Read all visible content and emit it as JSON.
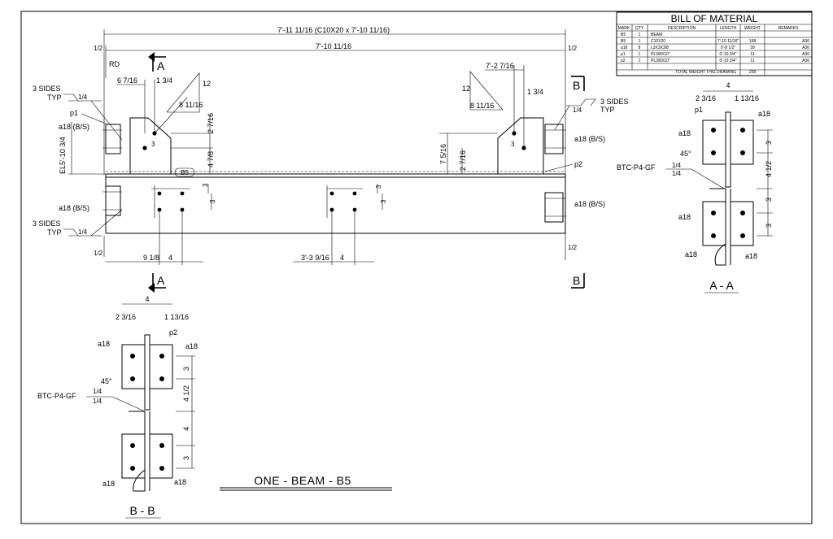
{
  "bom": {
    "title": "BILL OF MATERIAL",
    "headers": [
      "MARK",
      "QTY",
      "DESCRIPTION",
      "LENGTH",
      "WEIGHT",
      "REMARKS"
    ],
    "rows": [
      {
        "mark": "B5",
        "qty": "1",
        "desc": "BEAM",
        "length": "",
        "weight": "",
        "remarks": ""
      },
      {
        "mark": "B5",
        "qty": "1",
        "desc": "C10X20",
        "length": "7'-10 11/16\"",
        "weight": "158",
        "remarks": "A36"
      },
      {
        "mark": "a18",
        "qty": "8",
        "desc": "L3X3X3/8",
        "length": "0'-8 1/2\"",
        "weight": "39",
        "remarks": "A36"
      },
      {
        "mark": "p1",
        "qty": "1",
        "desc": "PL3/8X10\"",
        "length": "0'-10 3/4\"",
        "weight": "11",
        "remarks": "A36"
      },
      {
        "mark": "p2",
        "qty": "1",
        "desc": "PL3/8X10\"",
        "length": "0'-10 3/4\"",
        "weight": "11",
        "remarks": "A36"
      }
    ],
    "total_label": "TOTAL WEIGHT THIS DRAWING",
    "total_value": "208"
  },
  "elevation": {
    "overall_dim": "7'-11 11/16 (C10X20 x 7'-10 11/16)",
    "beam_dim": "7'-10 11/16",
    "half": "1/2",
    "rd": "RD",
    "dim_6_7_16": "6 7/16",
    "dim_1_3_4": "1 3/4",
    "dim_8_11_16": "8 11/16",
    "slope_12": "12",
    "slope_3": "3",
    "dim_2_7_16": "2 7/16",
    "dim_4_7_8": "4 7/8",
    "dim_7_2_7_16": "7'-2 7/16",
    "dim_7_5_16": "7 5/16",
    "dim_3": "3",
    "dim_4": "4",
    "dim_9_1_8": "9 1/8",
    "dim_3_3_9_16": "3'-3 9/16",
    "el": "EL5'-10 3/4",
    "mark_b5": "B5",
    "p1": "p1",
    "p2": "p2",
    "a18_bs": "a18 (B/S)",
    "three_sides": "3 SIDES",
    "typ": "TYP",
    "weld_quarter": "1/4",
    "section_a": "A",
    "section_b": "B",
    "btc": "BTC-P4-GF",
    "deg45": "45°",
    "a18": "a18",
    "dim_4_1_2": "4 1/2",
    "dim_2_3_16": "2 3/16",
    "dim_1_13_16": "1 13/16"
  },
  "labels": {
    "title": "ONE - BEAM - B5",
    "section_aa": "A - A",
    "section_bb": "B - B"
  }
}
